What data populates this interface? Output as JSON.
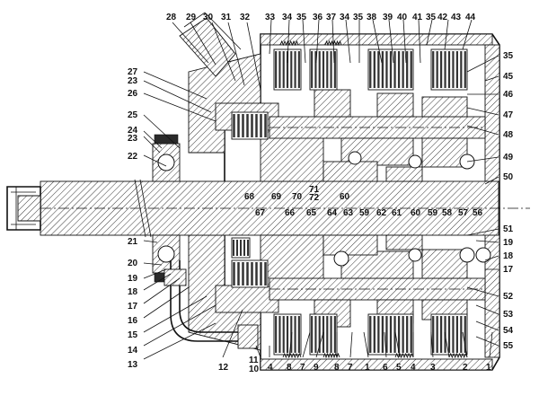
{
  "drawing": {
    "title": "",
    "callouts": [
      {
        "id": "c28",
        "text": "28"
      },
      {
        "id": "c29",
        "text": "29"
      },
      {
        "id": "c30",
        "text": "30"
      },
      {
        "id": "c31",
        "text": "31"
      },
      {
        "id": "c32",
        "text": "32"
      },
      {
        "id": "c33",
        "text": "33"
      },
      {
        "id": "c34a",
        "text": "34"
      },
      {
        "id": "c35a",
        "text": "35"
      },
      {
        "id": "c36",
        "text": "36"
      },
      {
        "id": "c37",
        "text": "37"
      },
      {
        "id": "c34b",
        "text": "34"
      },
      {
        "id": "c35b",
        "text": "35"
      },
      {
        "id": "c38",
        "text": "38"
      },
      {
        "id": "c39",
        "text": "39"
      },
      {
        "id": "c40",
        "text": "40"
      },
      {
        "id": "c41",
        "text": "41"
      },
      {
        "id": "c35c",
        "text": "35"
      },
      {
        "id": "c42",
        "text": "42"
      },
      {
        "id": "c43",
        "text": "43"
      },
      {
        "id": "c44",
        "text": "44"
      },
      {
        "id": "c35d",
        "text": "35"
      },
      {
        "id": "c45",
        "text": "45"
      },
      {
        "id": "c46",
        "text": "46"
      },
      {
        "id": "c47",
        "text": "47"
      },
      {
        "id": "c48",
        "text": "48"
      },
      {
        "id": "c49",
        "text": "49"
      },
      {
        "id": "c50",
        "text": "50"
      },
      {
        "id": "c27",
        "text": "27"
      },
      {
        "id": "c23a",
        "text": "23"
      },
      {
        "id": "c26",
        "text": "26"
      },
      {
        "id": "c25",
        "text": "25"
      },
      {
        "id": "c24",
        "text": "24"
      },
      {
        "id": "c23b",
        "text": "23"
      },
      {
        "id": "c22",
        "text": "22"
      },
      {
        "id": "c68",
        "text": "68"
      },
      {
        "id": "c69",
        "text": "69"
      },
      {
        "id": "c70",
        "text": "70"
      },
      {
        "id": "c71",
        "text": "71"
      },
      {
        "id": "c72",
        "text": "72"
      },
      {
        "id": "c60a",
        "text": "60"
      },
      {
        "id": "c67",
        "text": "67"
      },
      {
        "id": "c66",
        "text": "66"
      },
      {
        "id": "c65",
        "text": "65"
      },
      {
        "id": "c64",
        "text": "64"
      },
      {
        "id": "c63",
        "text": "63"
      },
      {
        "id": "c59a",
        "text": "59"
      },
      {
        "id": "c62",
        "text": "62"
      },
      {
        "id": "c61",
        "text": "61"
      },
      {
        "id": "c60b",
        "text": "60"
      },
      {
        "id": "c59b",
        "text": "59"
      },
      {
        "id": "c58",
        "text": "58"
      },
      {
        "id": "c57",
        "text": "57"
      },
      {
        "id": "c56",
        "text": "56"
      },
      {
        "id": "c51",
        "text": "51"
      },
      {
        "id": "c19a",
        "text": "19"
      },
      {
        "id": "c18a",
        "text": "18"
      },
      {
        "id": "c17a",
        "text": "17"
      },
      {
        "id": "c52",
        "text": "52"
      },
      {
        "id": "c53",
        "text": "53"
      },
      {
        "id": "c54",
        "text": "54"
      },
      {
        "id": "c55",
        "text": "55"
      },
      {
        "id": "c21",
        "text": "21"
      },
      {
        "id": "c20",
        "text": "20"
      },
      {
        "id": "c19b",
        "text": "19"
      },
      {
        "id": "c18b",
        "text": "18"
      },
      {
        "id": "c17b",
        "text": "17"
      },
      {
        "id": "c16",
        "text": "16"
      },
      {
        "id": "c15",
        "text": "15"
      },
      {
        "id": "c14",
        "text": "14"
      },
      {
        "id": "c13",
        "text": "13"
      },
      {
        "id": "c12",
        "text": "12"
      },
      {
        "id": "c11",
        "text": "11"
      },
      {
        "id": "c10",
        "text": "10"
      },
      {
        "id": "c4a",
        "text": "4"
      },
      {
        "id": "c8a",
        "text": "8"
      },
      {
        "id": "c7a",
        "text": "7"
      },
      {
        "id": "c9",
        "text": "9"
      },
      {
        "id": "c8b",
        "text": "8"
      },
      {
        "id": "c7b",
        "text": "7"
      },
      {
        "id": "c1a",
        "text": "1"
      },
      {
        "id": "c6",
        "text": "6"
      },
      {
        "id": "c5",
        "text": "5"
      },
      {
        "id": "c4b",
        "text": "4"
      },
      {
        "id": "c3",
        "text": "3"
      },
      {
        "id": "c2",
        "text": "2"
      },
      {
        "id": "c1b",
        "text": "1"
      }
    ]
  }
}
